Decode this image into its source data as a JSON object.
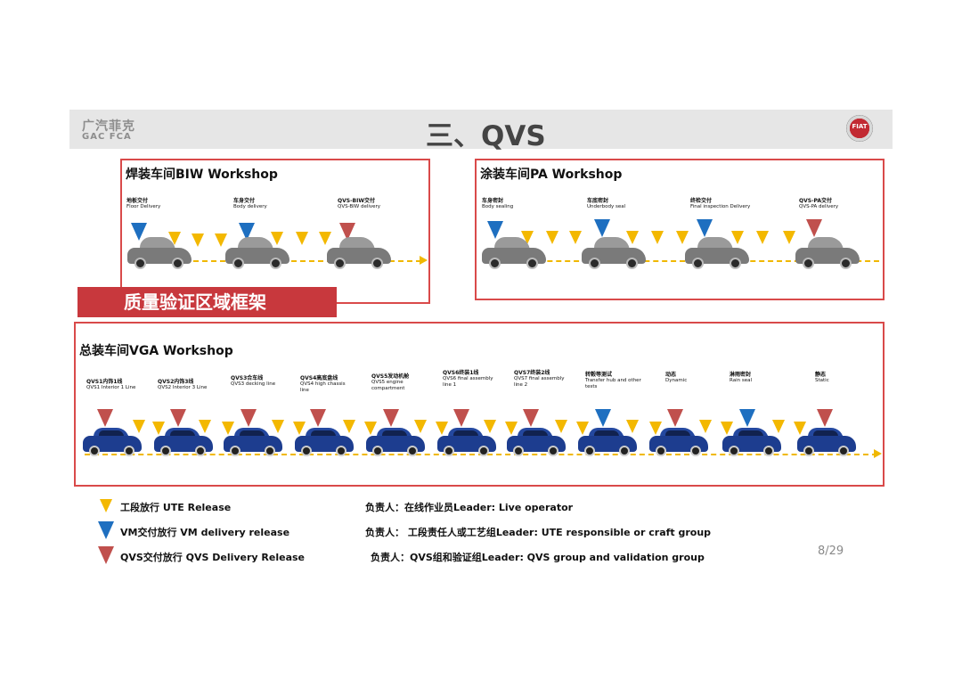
{
  "header": {
    "logo_cn": "广汽菲克",
    "logo_en": "GAC FCA",
    "title": "三、QVS",
    "brand_mark": "FIAT"
  },
  "biw": {
    "title": "焊装车间BIW Workshop",
    "stages": [
      {
        "cn": "地板交付",
        "en": "Floor Delivery"
      },
      {
        "cn": "车身交付",
        "en": "Body delivery"
      },
      {
        "cn": "QVS-BIW交付",
        "en": "QVS-BIW delivery"
      }
    ]
  },
  "pa": {
    "title": "涂装车间PA Workshop",
    "stages": [
      {
        "cn": "车身密封",
        "en": "Body sealing"
      },
      {
        "cn": "车底密封",
        "en": "Underbody seal"
      },
      {
        "cn": "终检交付",
        "en": "Final inspection Delivery"
      },
      {
        "cn": "QVS-PA交付",
        "en": "QVS-PA delivery"
      }
    ]
  },
  "banner": "质量验证区域框架",
  "vga": {
    "title": "总装车间VGA Workshop",
    "stages": [
      {
        "cn": "QVS1内饰1线",
        "en": "QVS1 Interior 1 Line"
      },
      {
        "cn": "QVS2内饰3线",
        "en": "QVS2 Interior 3 Line"
      },
      {
        "cn": "QVS3合车线",
        "en": "QVS3 decking line"
      },
      {
        "cn": "QVS4高底盘线",
        "en": "QVS4 high chassis line"
      },
      {
        "cn": "QVS5发动机舱",
        "en": "QVS5 engine compartment"
      },
      {
        "cn": "QVS6终装1线",
        "en": "QVS6 final assembly line 1"
      },
      {
        "cn": "QVS7终装2线",
        "en": "QVS7 final assembly line 2"
      },
      {
        "cn": "转毂等测试",
        "en": "Transfer hub and other tests"
      },
      {
        "cn": "动态",
        "en": "Dynamic"
      },
      {
        "cn": "淋雨密封",
        "en": "Rain seal"
      },
      {
        "cn": "静态",
        "en": "Static"
      }
    ]
  },
  "legend": [
    {
      "icon": "yellow-triangle",
      "color": "#f3b800",
      "label": "工段放行  UTE Release",
      "leader": "负责人：在线作业员Leader: Live operator"
    },
    {
      "icon": "blue-triangle",
      "color": "#1e6fc0",
      "label": "VM交付放行  VM delivery  release",
      "leader": "负责人：  工段责任人或工艺组Leader: UTE responsible or craft group"
    },
    {
      "icon": "red-triangle",
      "color": "#c0504d",
      "label": "QVS交付放行 QVS Delivery Release",
      "leader": "负责人：QVS组和验证组Leader: QVS group and validation group"
    }
  ],
  "page_number": "8/29"
}
